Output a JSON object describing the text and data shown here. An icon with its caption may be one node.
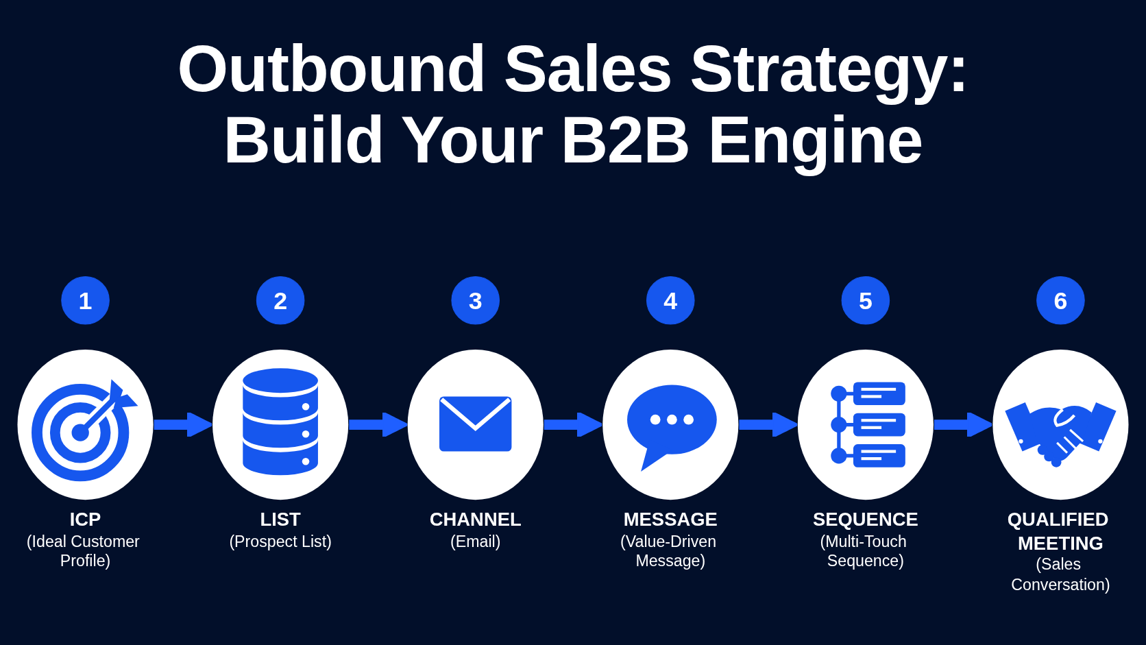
{
  "diagram": {
    "title": "Outbound Sales Strategy: Build Your B2B Engine",
    "nodes": [
      {
        "text": [
          "1"
        ]
      },
      {
        "text": [
          "ICP",
          "(Ideal Customer Profile)"
        ]
      },
      {
        "text": [
          "2"
        ]
      },
      {
        "text": [
          "LIST",
          "(Prospect List)"
        ]
      },
      {
        "text": [
          "3"
        ]
      },
      {
        "text": [
          "CHANNEL",
          "(Email)"
        ]
      },
      {
        "text": [
          "4"
        ]
      },
      {
        "text": [
          "MESSAGE",
          "(Value-Driven Message)"
        ]
      },
      {
        "text": [
          "5"
        ]
      },
      {
        "text": [
          "SEQUENCE",
          "(Multi-Touch Sequence)"
        ]
      },
      {
        "text": [
          "6"
        ]
      },
      {
        "text": [
          "QUALIFIED MEETING",
          "(Sales Conversation)"
        ]
      }
    ],
    "edges": [
      {
        "from": 1,
        "to": 3,
        "arrow": "to"
      },
      {
        "from": 3,
        "to": 5,
        "arrow": "to"
      },
      {
        "from": 5,
        "to": 7,
        "arrow": "to"
      },
      {
        "from": 7,
        "to": 9,
        "arrow": "to"
      },
      {
        "from": 9,
        "to": 11,
        "arrow": "to"
      }
    ]
  }
}
